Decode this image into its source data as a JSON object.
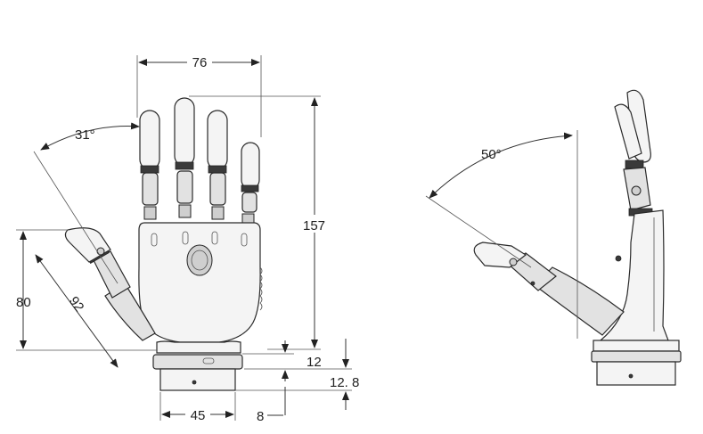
{
  "front_view": {
    "dims": {
      "width_top": "76",
      "thumb_angle": "31°",
      "height_total": "157",
      "thumb_height": "80",
      "thumb_length": "92",
      "flange_height": "12",
      "base_height": "12. 8",
      "base_width": "45",
      "base_offset": "8"
    }
  },
  "side_view": {
    "dims": {
      "thumb_angle": "50°"
    }
  }
}
